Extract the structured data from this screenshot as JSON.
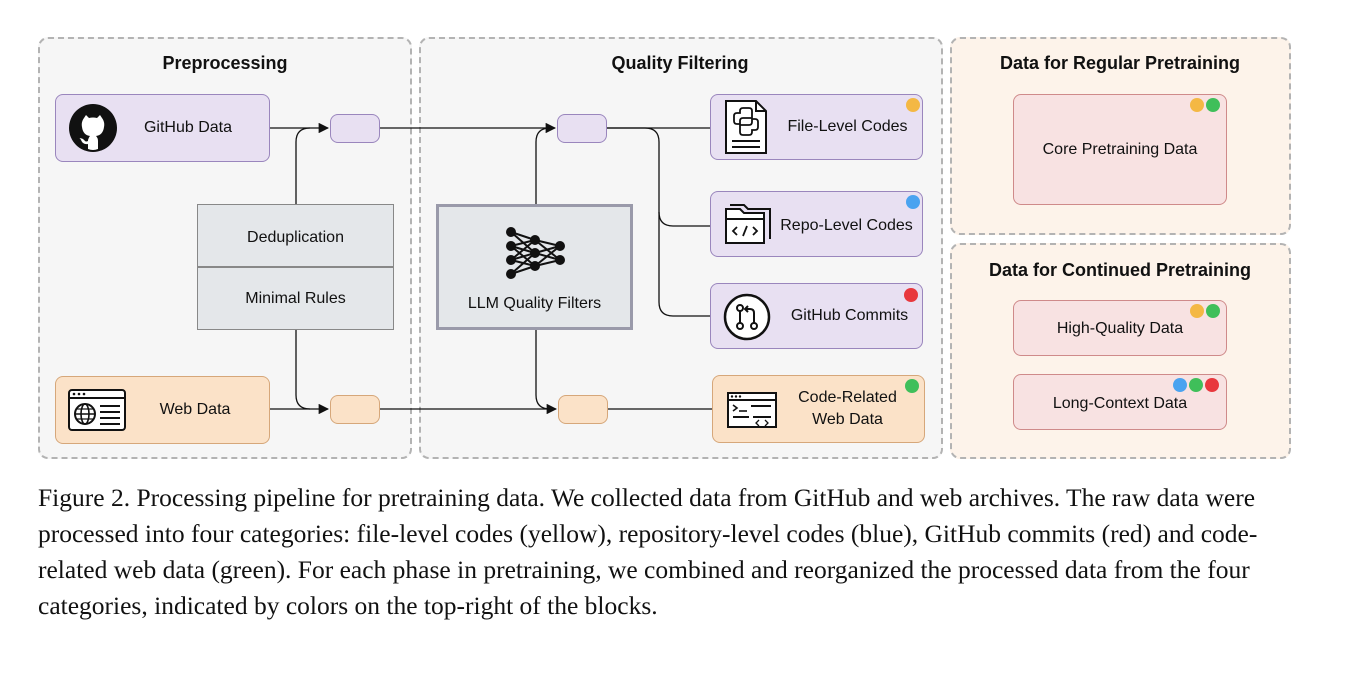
{
  "panels": {
    "preprocessing": "Preprocessing",
    "quality_filtering": "Quality Filtering",
    "regular": "Data for Regular Pretraining",
    "continued": "Data for Continued Pretraining"
  },
  "sources": {
    "github": "GitHub Data",
    "web": "Web Data"
  },
  "preprocess_steps": {
    "dedup": "Deduplication",
    "rules": "Minimal Rules"
  },
  "filter": {
    "label": "LLM Quality Filters"
  },
  "outputs": {
    "file_level": "File-Level Codes",
    "repo_level": "Repo-Level Codes",
    "commits": "GitHub Commits",
    "web_line1": "Code-Related",
    "web_line2": "Web Data"
  },
  "pretraining": {
    "core": "Core Pretraining Data",
    "high_quality": "High-Quality Data",
    "long_context": "Long-Context Data"
  },
  "colors": {
    "yellow": "#f4b844",
    "blue": "#4aa3f0",
    "red": "#e8383d",
    "green": "#3fbf5a"
  },
  "icons": {
    "github": "github-icon",
    "web": "web-browser-icon",
    "network": "neural-network-icon",
    "python_file": "python-file-icon",
    "folder_code": "code-folder-icon",
    "commit": "git-commit-icon",
    "code_window": "code-window-icon"
  },
  "caption": "Figure 2. Processing pipeline for pretraining data. We collected data from GitHub and web archives. The raw data were processed into four categories: file-level codes (yellow), repository-level codes (blue), GitHub commits (red) and code-related web data (green). For each phase in pretraining, we combined and reorganized the processed data from the four categories, indicated by colors on the top-right of the blocks."
}
